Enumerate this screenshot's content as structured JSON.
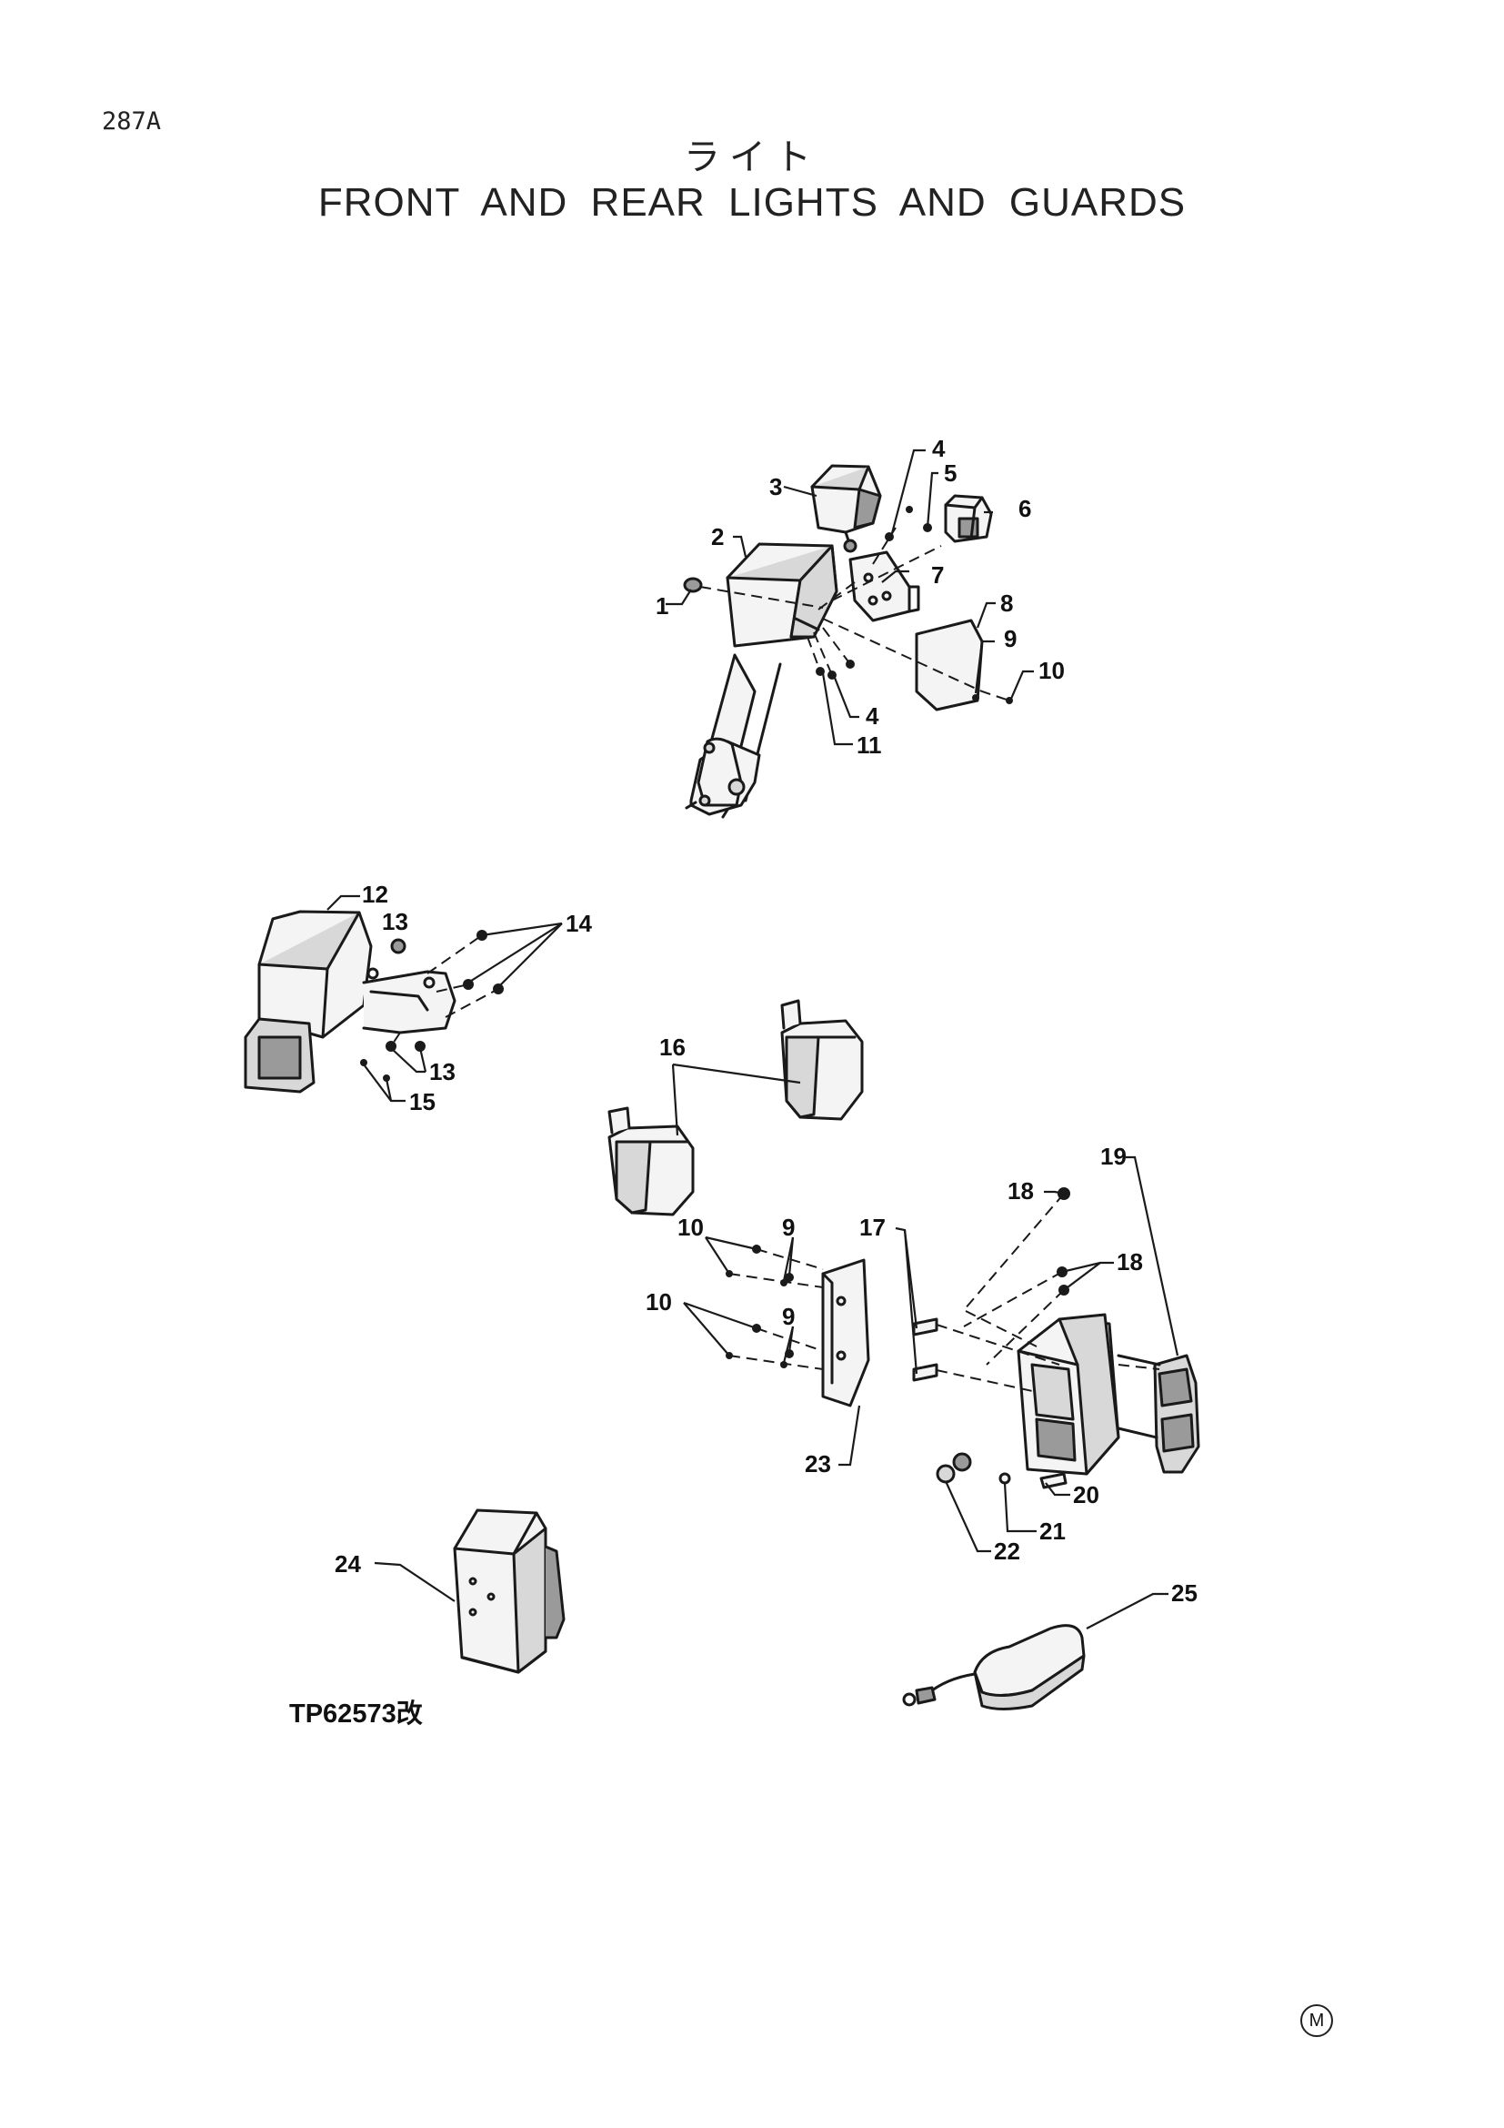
{
  "page_number": "287A",
  "title_japanese": "ライト",
  "title_english": "FRONT AND REAR LIGHTS AND GUARDS",
  "figure_code": "TP62573改",
  "corner_mark": "M",
  "callouts": {
    "c1": "1",
    "c2": "2",
    "c3": "3",
    "c4a": "4",
    "c4b": "4",
    "c5": "5",
    "c6": "6",
    "c7": "7",
    "c8": "8",
    "c9a": "9",
    "c10a": "10",
    "c11": "11",
    "c12": "12",
    "c13a": "13",
    "c13b": "13",
    "c14": "14",
    "c15": "15",
    "c16": "16",
    "c17": "17",
    "c18a": "18",
    "c18b": "18",
    "c19": "19",
    "c9b": "9",
    "c9c": "9",
    "c10b": "10",
    "c10c": "10",
    "c20": "20",
    "c21": "21",
    "c22": "22",
    "c23": "23",
    "c24": "24",
    "c25": "25"
  }
}
